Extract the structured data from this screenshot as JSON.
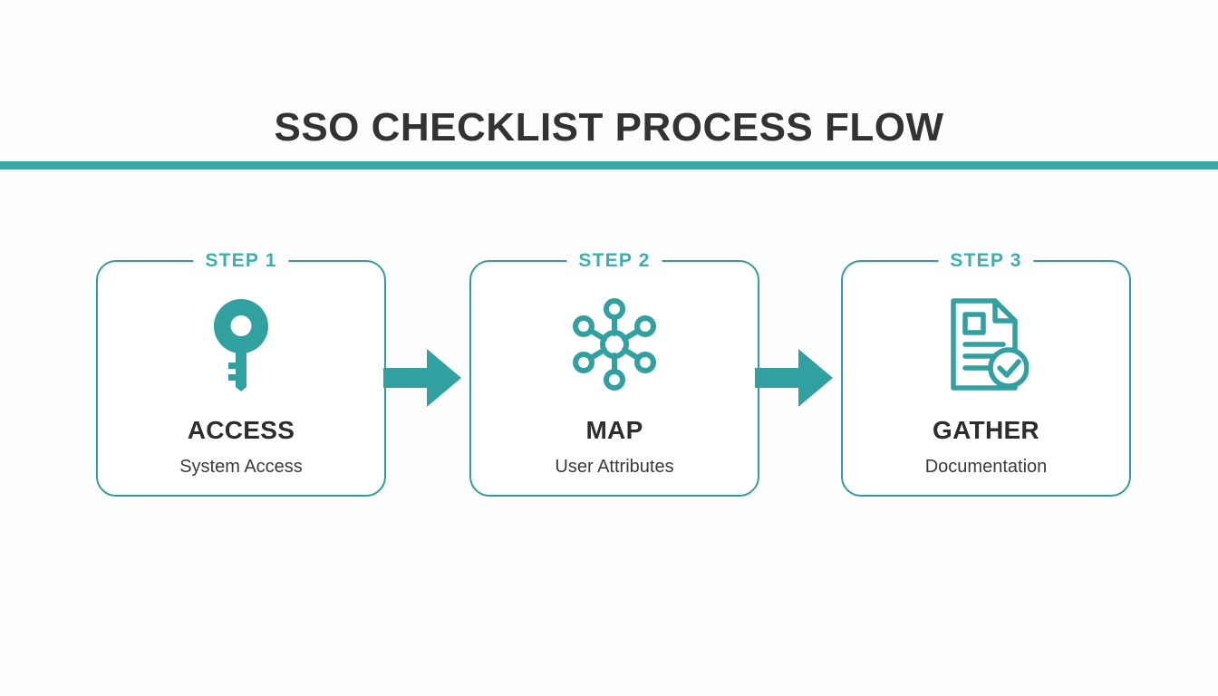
{
  "header": {
    "title": "SSO CHECKLIST PROCESS FLOW",
    "divider_color": "#3aa6a6"
  },
  "theme": {
    "accent_teal": "#2f9d9d",
    "label_teal": "#3bb0ac",
    "arrow_teal": "#31a0a0",
    "title_color": "#333333",
    "card_title_color": "#2d2d2d",
    "subtitle_color": "#3a3a3a",
    "background": "#fdfdfd"
  },
  "flow": {
    "steps": [
      {
        "step_label": "STEP 1",
        "title": "ACCESS",
        "subtitle": "System Access",
        "icon": "key-icon"
      },
      {
        "step_label": "STEP 2",
        "title": "MAP",
        "subtitle": "User Attributes",
        "icon": "network-hub-icon"
      },
      {
        "step_label": "STEP 3",
        "title": "GATHER",
        "subtitle": "Documentation",
        "icon": "document-check-icon"
      }
    ],
    "connectors": [
      {
        "icon": "arrow-right-icon",
        "from": "STEP 1",
        "to": "STEP 2"
      },
      {
        "icon": "arrow-right-icon",
        "from": "STEP 2",
        "to": "STEP 3"
      }
    ]
  }
}
